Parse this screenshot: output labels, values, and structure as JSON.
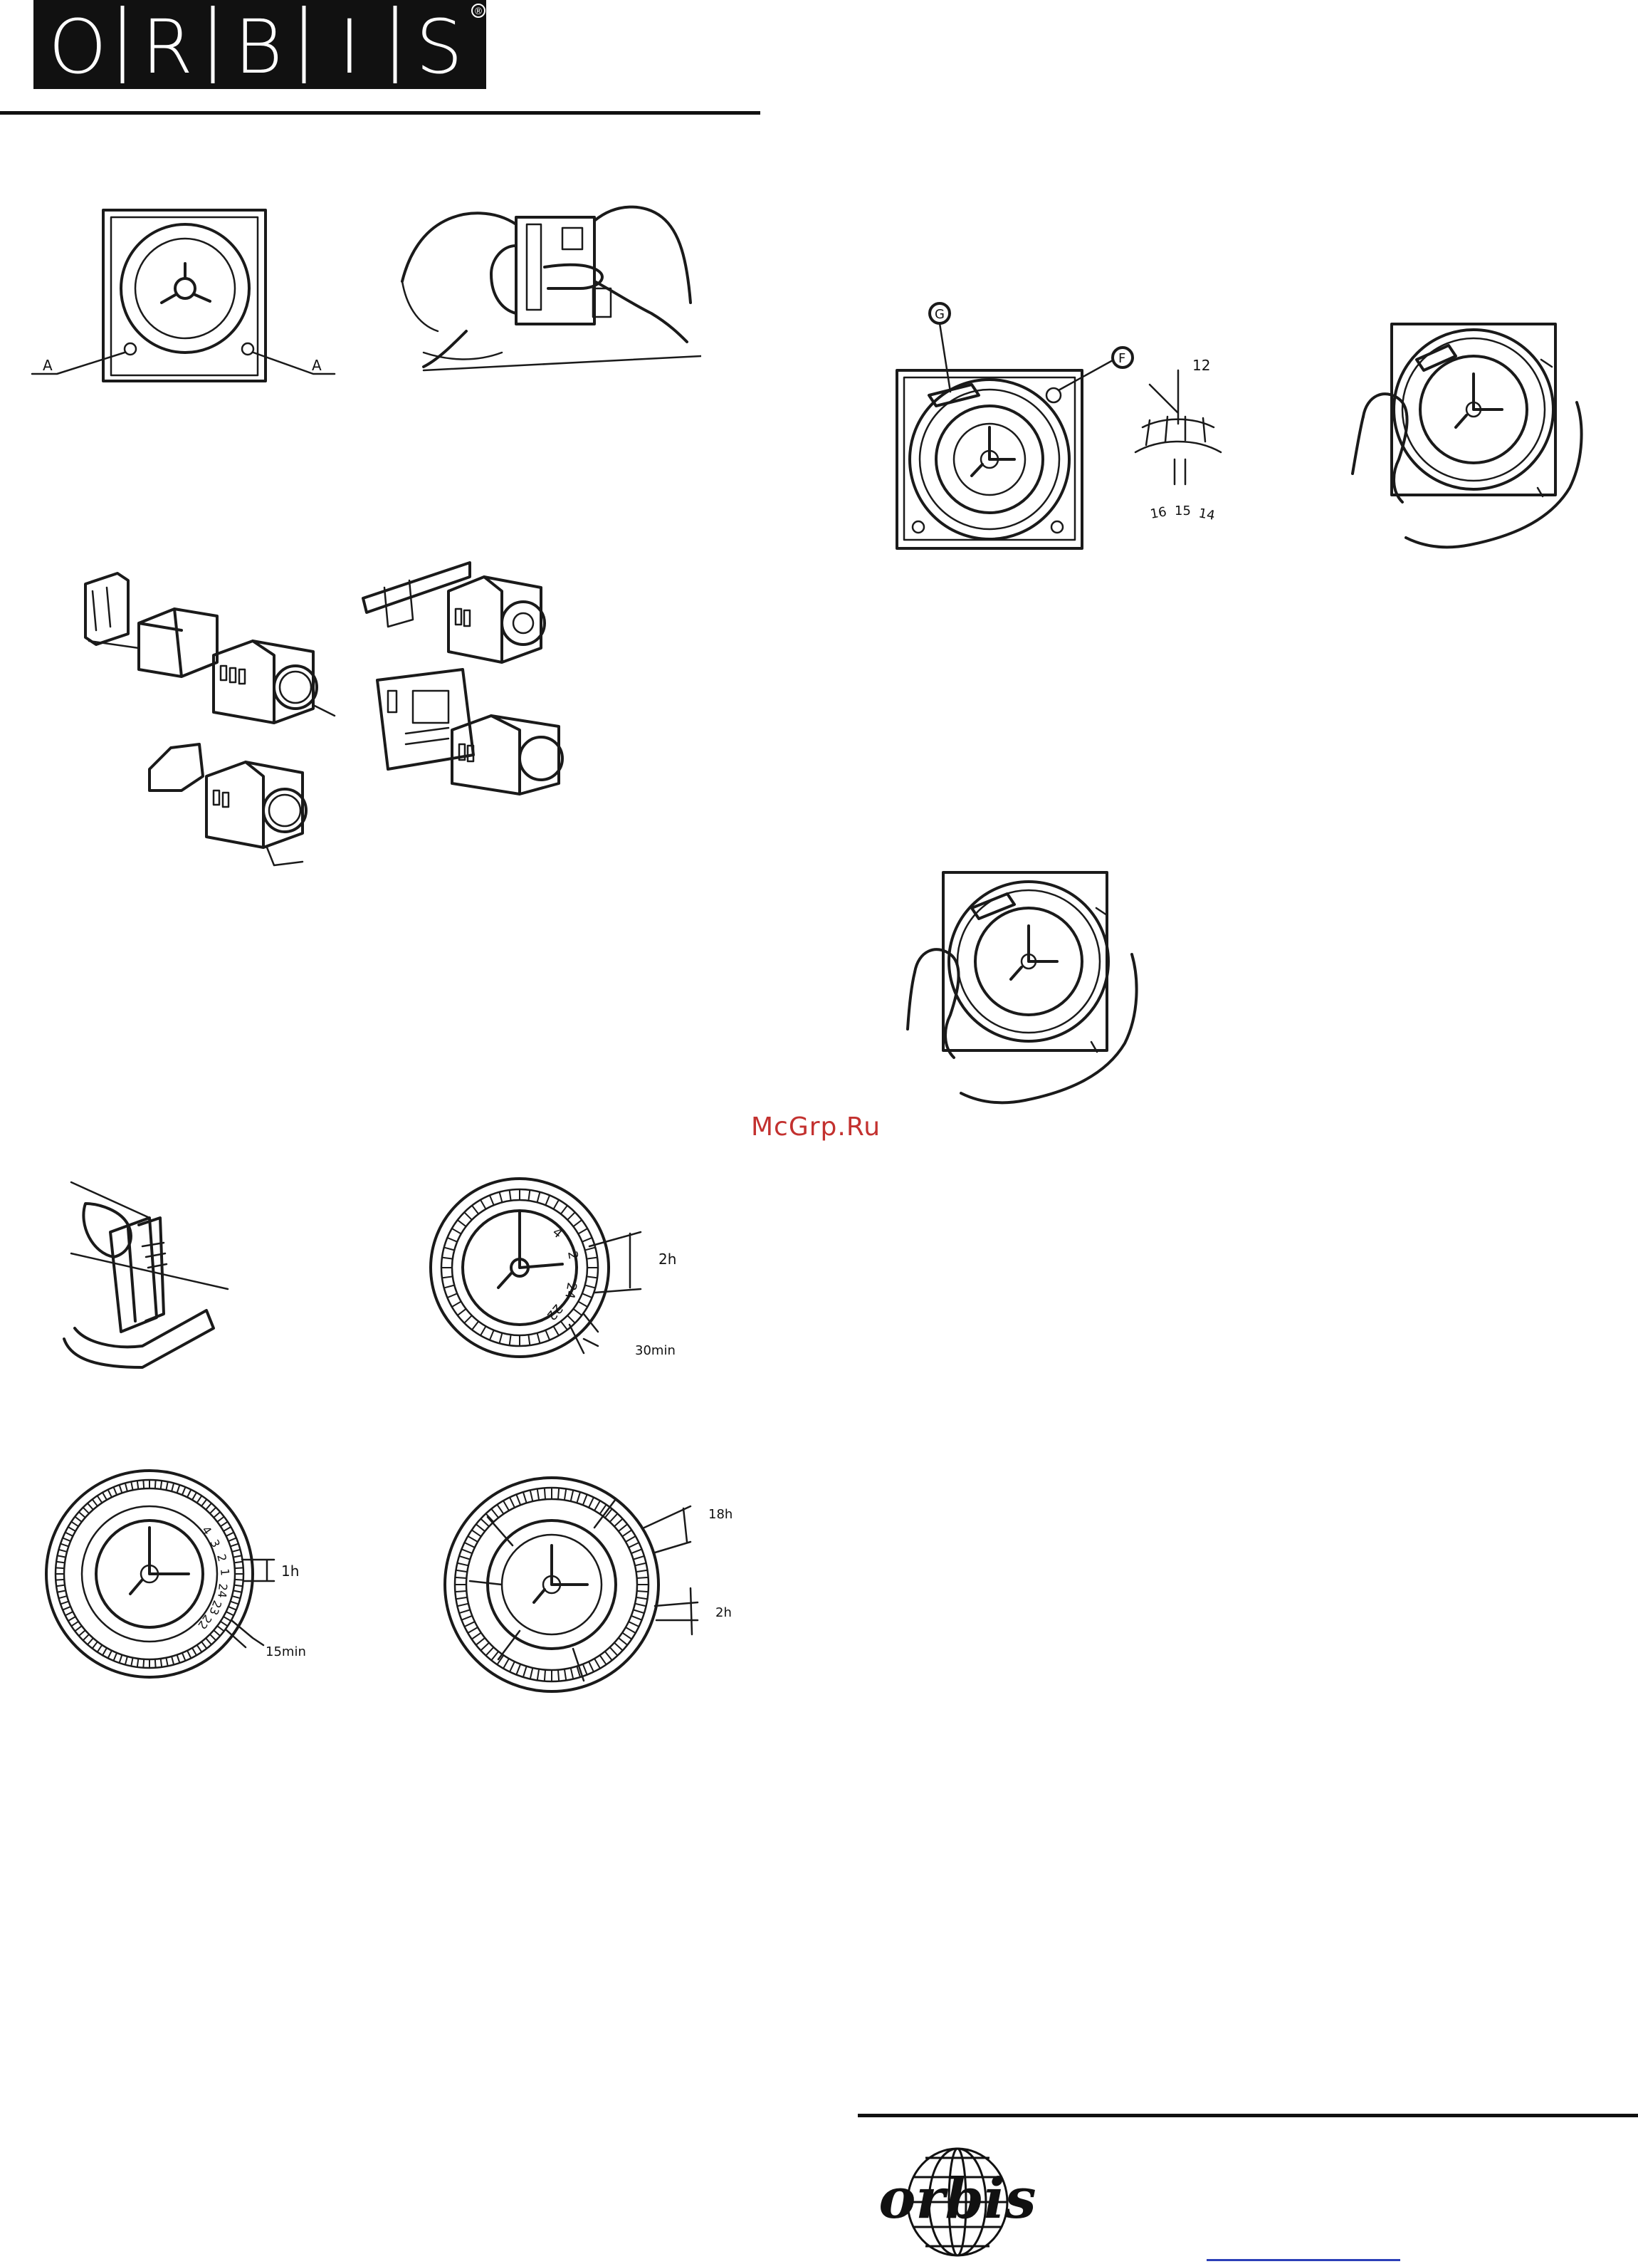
{
  "brand": {
    "logo_letters": [
      "O",
      "R",
      "B",
      "I",
      "S"
    ],
    "registered_mark": "®",
    "footer_logo_text": "orbis"
  },
  "watermark": "McGrp.Ru",
  "figures": {
    "fixing_screws": {
      "label_left": "A",
      "label_right": "A"
    },
    "setting_detail": {
      "label_g": "G",
      "label_f": "F",
      "scale_top": "12",
      "scale_digits": [
        "16",
        "15",
        "14"
      ]
    },
    "daily_dial_2h": {
      "segment": "2h",
      "minimum": "30min",
      "digits": [
        "4",
        "2",
        "24",
        "22"
      ]
    },
    "daily_dial_1h": {
      "segment": "1h",
      "minimum": "15min",
      "digits": [
        "4",
        "3",
        "2",
        "1",
        "24",
        "23",
        "22"
      ]
    },
    "weekly_dial": {
      "segment": "18h",
      "minimum": "2h"
    }
  }
}
